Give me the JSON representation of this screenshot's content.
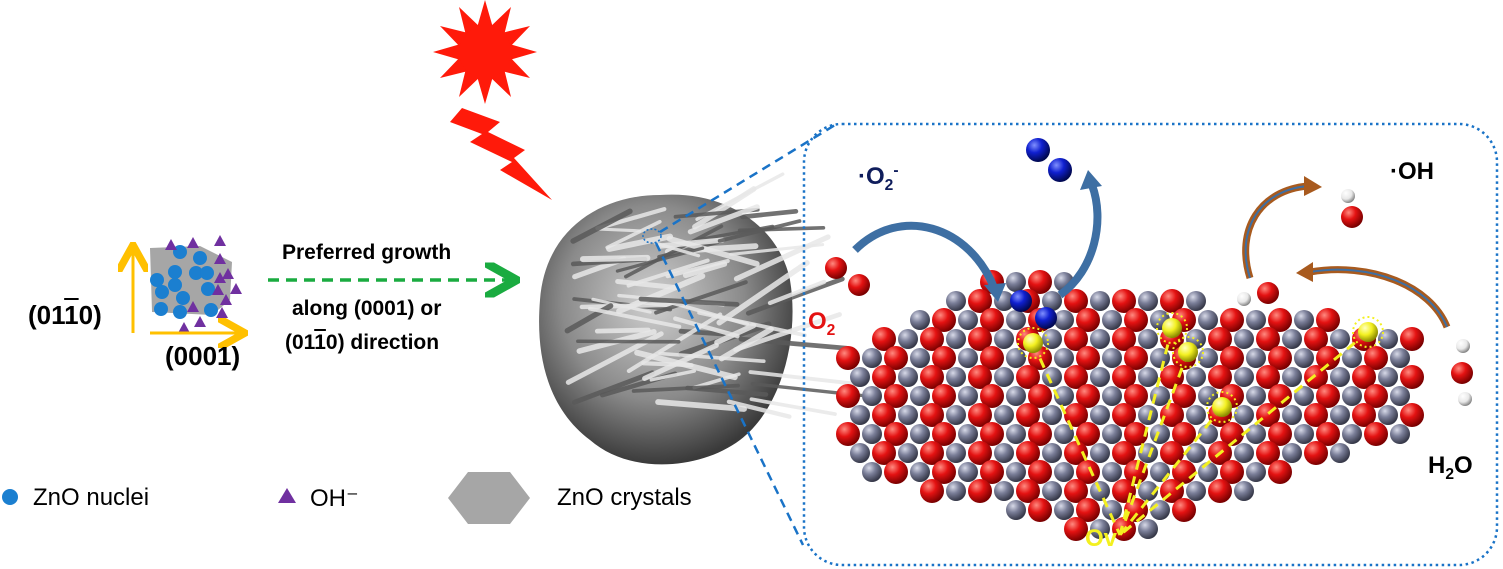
{
  "growth": {
    "axis_vertical": {
      "pre": "(01",
      "bar": "1",
      "post": "0)"
    },
    "axis_horizontal": "(0001)",
    "arrow_text_top": "Preferred growth",
    "arrow_text_line2": "along (0001) or",
    "arrow_text_line3": {
      "pre": "(01",
      "bar": "1",
      "post": "0) direction"
    }
  },
  "legend": {
    "nuclei": "ZnO nuclei",
    "hydroxide": "OH⁻",
    "crystals": "ZnO crystals"
  },
  "mechanism": {
    "superoxide": {
      "dot": "·O",
      "sub": "2",
      "sup": "-"
    },
    "hydroxyl": "·OH",
    "oxygen": {
      "main": "O",
      "sub": "2"
    },
    "water": {
      "h": "H",
      "sub": "2",
      "o": "O"
    },
    "vacancy": "Ov"
  },
  "colors": {
    "sun": "#ff1a0a",
    "nucleus": "#1b7fd0",
    "hydroxide": "#7030a0",
    "crystal": "#a6a6a6",
    "growth_arrow": "#1aab40",
    "axis_arrow": "#ffc000",
    "box_border": "#1a73c7",
    "oxygen_atom": "#e41212",
    "zinc_atom": "#7b7f99",
    "vacancy": "#f3f020",
    "superoxide_label": "#0f1d5c"
  }
}
